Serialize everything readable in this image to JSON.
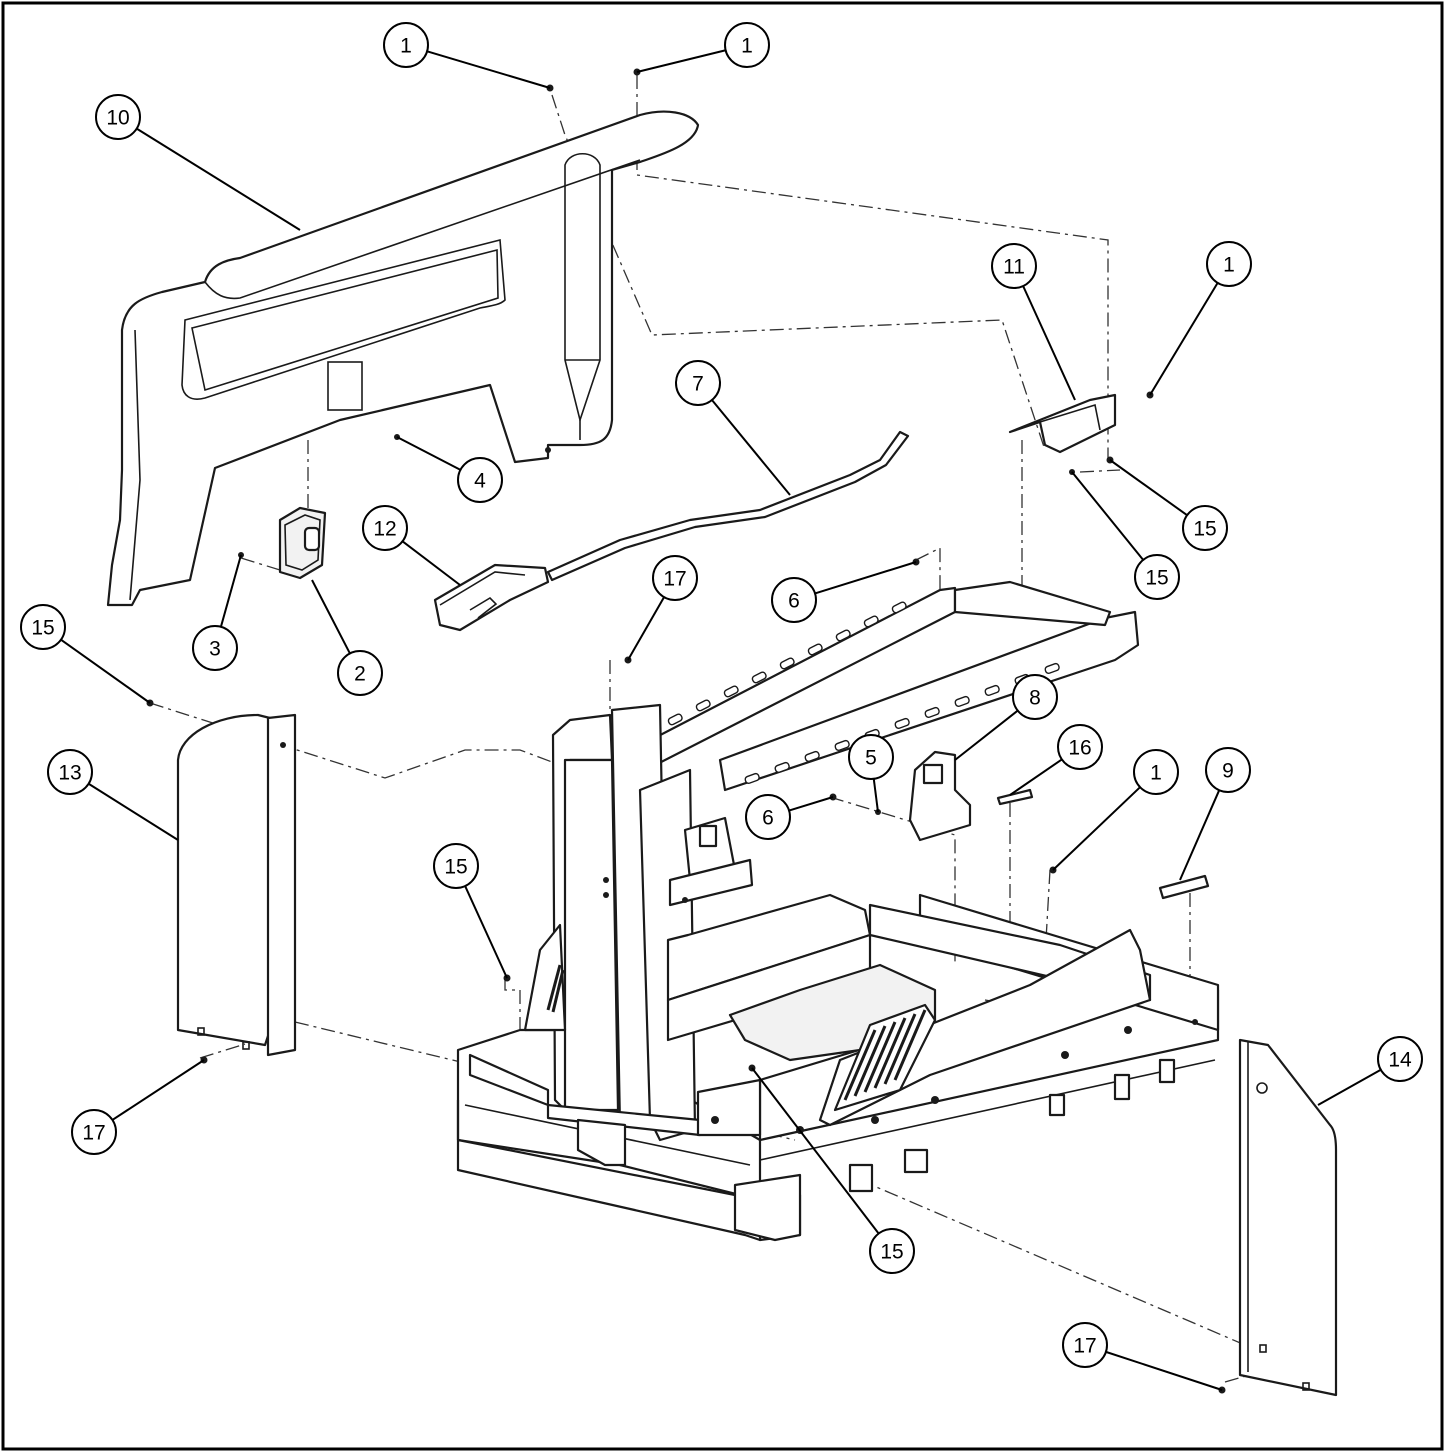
{
  "callouts": [
    {
      "label": "1"
    },
    {
      "label": "1"
    },
    {
      "label": "10"
    },
    {
      "label": "11"
    },
    {
      "label": "1"
    },
    {
      "label": "7"
    },
    {
      "label": "4"
    },
    {
      "label": "15"
    },
    {
      "label": "12"
    },
    {
      "label": "15"
    },
    {
      "label": "17"
    },
    {
      "label": "6"
    },
    {
      "label": "3"
    },
    {
      "label": "2"
    },
    {
      "label": "15"
    },
    {
      "label": "8"
    },
    {
      "label": "5"
    },
    {
      "label": "16"
    },
    {
      "label": "1"
    },
    {
      "label": "9"
    },
    {
      "label": "13"
    },
    {
      "label": "6"
    },
    {
      "label": "15"
    },
    {
      "label": "17"
    },
    {
      "label": "14"
    },
    {
      "label": "15"
    },
    {
      "label": "17"
    }
  ],
  "colors": {
    "line": "#1a1a1a",
    "background": "#ffffff"
  }
}
